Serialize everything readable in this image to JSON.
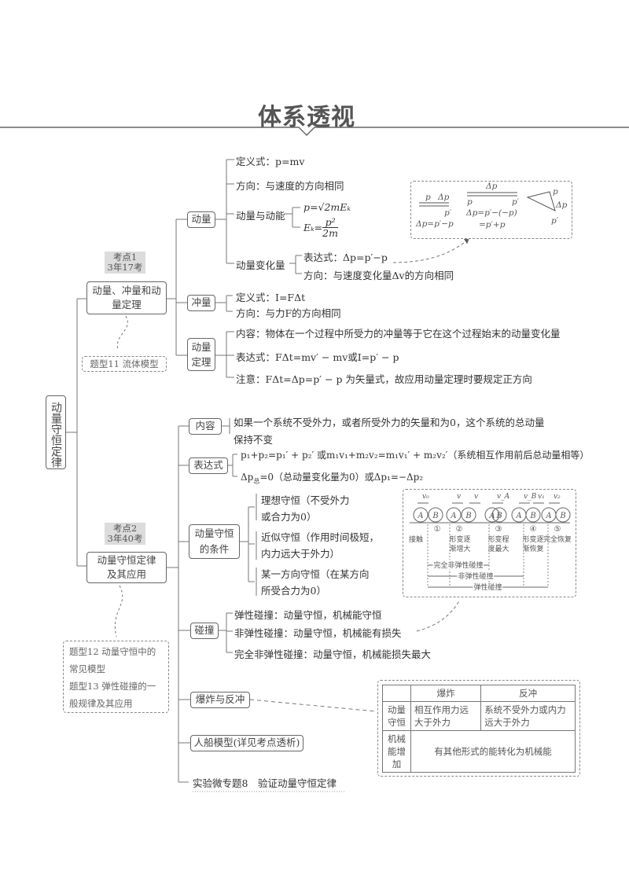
{
  "header": {
    "title": "体系透视"
  },
  "root": {
    "label": "动量守恒定律"
  },
  "topic1": {
    "tag": [
      "考点1",
      "3年17考"
    ],
    "label": "动量、冲量和动量定理",
    "link": "题型11  流体模型",
    "momentum": {
      "label": "动量",
      "definition": "定义式：p=mv",
      "direction": "方向：与速度的方向相同",
      "ke_label": "动量与动能",
      "ke_formula1": "p=√2mEₖ",
      "ke_formula2_lhs": "Eₖ=",
      "ke_formula2_num": "p²",
      "ke_formula2_den": "2m",
      "change_label": "动量变化量",
      "change_expr": "表达式：Δp=p′−p",
      "change_dir": "方向：与速度变化量Δv的方向相同"
    },
    "figure": {
      "case1": {
        "p": "p",
        "dp": "Δp",
        "p2": "p′",
        "eq": "Δp=p′−p"
      },
      "case2": {
        "dp": "Δp",
        "p": "p",
        "p2": "p′",
        "eq1": "Δp=p′−(−p)",
        "eq2": "=p′+p"
      },
      "case3": {
        "p": "p",
        "dp": "Δp",
        "p2": "p′"
      }
    },
    "impulse": {
      "label": "冲量",
      "definition": "定义式：I=FΔt",
      "direction": "方向：与力F的方向相同"
    },
    "theorem": {
      "label": [
        "动量",
        "定理"
      ],
      "content": "内容：物体在一个过程中所受力的冲量等于它在这个过程始末的动量变化量",
      "expr": "表达式：FΔt=mv′ − mv或I=p′ − p",
      "note": "注意：FΔt=Δp=p′ − p 为矢量式，故应用动量定理时要规定正方向"
    }
  },
  "topic2": {
    "tag": [
      "考点2",
      "3年40考"
    ],
    "label": [
      "动量守恒定律",
      "及其应用"
    ],
    "links": [
      "题型12  动量守恒中的",
      "常见模型",
      "题型13  弹性碰撞的一",
      "般规律及其应用"
    ],
    "content": {
      "label": "内容",
      "lines": [
        "如果一个系统不受外力，或者所受外力的矢量和为0，这个系统的总动量",
        "保持不变"
      ]
    },
    "expr": {
      "label": "表达式",
      "line1": "p₁+p₂=p₁′ + p₂′ 或m₁v₁+m₂v₂=m₁v₁′ + m₂v₂′（系统相互作用前后总动量相等）",
      "line2_a": "Δp",
      "line2_sub": "总",
      "line2_b": "=0（总动量变化量为0）或Δp₁=−Δp₂"
    },
    "conditions": {
      "label": [
        "动量守恒",
        "的条件"
      ],
      "items": [
        [
          "理想守恒（不受外力",
          "或合力为0）"
        ],
        [
          "近似守恒（作用时间极短，",
          "内力远大于外力）"
        ],
        [
          "某一方向守恒（在某方向",
          "所受合力为0）"
        ]
      ]
    },
    "collision": {
      "label": "碰撞",
      "items": [
        "弹性碰撞：动量守恒，机械能守恒",
        "非弹性碰撞：动量守恒，机械能有损失",
        "完全非弹性碰撞：动量守恒，机械能损失最大"
      ]
    },
    "collision_figure": {
      "balls": [
        "A",
        "B",
        "A",
        "B",
        "A",
        "B",
        "A",
        "B",
        "A",
        "B"
      ],
      "velocities": [
        "v₀",
        "v",
        "v",
        "v_A",
        "v_B",
        "v₁",
        "v₂"
      ],
      "stages": [
        "①",
        "②",
        "③",
        "④",
        "⑤"
      ],
      "captions": [
        [
          "接触"
        ],
        [
          "形变逐",
          "渐增大"
        ],
        [
          "形变程",
          "度最大"
        ],
        [
          "形变逐",
          "渐恢复"
        ],
        [
          "完全恢复"
        ]
      ],
      "ranges": [
        "完全非弹性碰撞",
        "非弹性碰撞",
        "弹性碰撞"
      ]
    },
    "explosion": {
      "label": "爆炸与反冲",
      "table": {
        "headers": [
          "",
          "爆炸",
          "反冲"
        ],
        "rows": [
          [
            "动量守恒",
            "相互作用力远大于外力",
            "系统不受外力或内力远大于外力"
          ],
          [
            "机械能增加",
            "有其他形式的能转化为机械能"
          ]
        ]
      }
    },
    "boat": {
      "label": "人船模型(详见考点透析)"
    },
    "experiment": {
      "label": "实验微专题8　验证动量守恒定律"
    }
  }
}
